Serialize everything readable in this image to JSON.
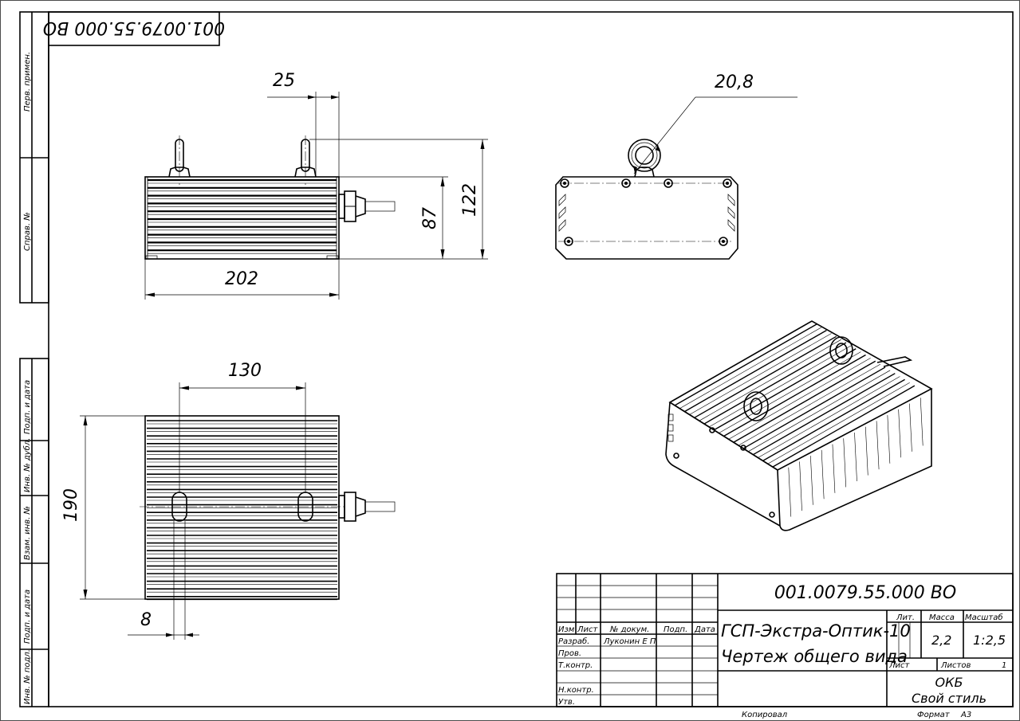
{
  "stamp_rotated": "001.0079.55.000 ВО",
  "side_strip": {
    "top": [
      "Перв. примен.",
      "Справ. №"
    ],
    "bottom": [
      "Подп. и дата",
      "Инв. № дубл.",
      "Взам. инв. №",
      "Подп. и дата",
      "Инв. № подл."
    ]
  },
  "dimensions": {
    "front": {
      "width": "202",
      "height_body": "87",
      "height_total": "122",
      "bolt_offset": "25"
    },
    "side": {
      "eye_diameter": "20,8"
    },
    "top": {
      "bolt_spacing": "130",
      "depth": "190",
      "bolt_width": "8"
    }
  },
  "title_block": {
    "designation": "001.0079.55.000 ВО",
    "name_line1": "ГСП-Экстра-Оптик-10",
    "name_line2": "Чертеж общего вида",
    "headers": {
      "izm": "Изм",
      "list": "Лист",
      "doc": "№ докум.",
      "sign": "Подп.",
      "date": "Дата"
    },
    "roles": [
      "Разраб.",
      "Пров.",
      "Т.контр.",
      "Н.контр.",
      "Утв."
    ],
    "developer": "Луконин Е П",
    "lit_label": "Лит.",
    "mass_label": "Масса",
    "scale_label": "Масштаб",
    "mass": "2,2",
    "scale": "1:2,5",
    "sheet_label": "Лист",
    "sheets_label": "Листов",
    "sheets": "1",
    "org_line1": "ОКБ",
    "org_line2": "Свой стиль"
  },
  "footer": {
    "copied": "Копировал",
    "format_label": "Формат",
    "format": "А3"
  }
}
